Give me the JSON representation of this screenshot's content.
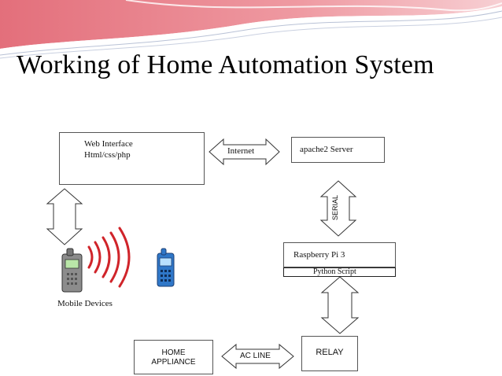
{
  "slide": {
    "title": "Working of Home Automation System"
  },
  "diagram": {
    "web_interface": {
      "line1": "Web Interface",
      "line2": "Html/css/php"
    },
    "internet_label": "Internet",
    "apache_server": "apache2 Server",
    "serial_label": "SERIAL",
    "raspberry_pi": "Raspberry Pi 3",
    "python_script": "Python Script",
    "mobile_devices": "Mobile Devices",
    "home_appliance": {
      "line1": "HOME",
      "line2": "APPLIANCE"
    },
    "ac_line_label": "AC LINE",
    "relay": "RELAY"
  },
  "colors": {
    "header_pink": "#e8828c",
    "header_light": "#f6c9cd",
    "wave_red": "#d0242a",
    "phone_gray": "#8c8c8c",
    "phone_blue": "#2f77c8",
    "screen_green": "#b9e6a8"
  }
}
